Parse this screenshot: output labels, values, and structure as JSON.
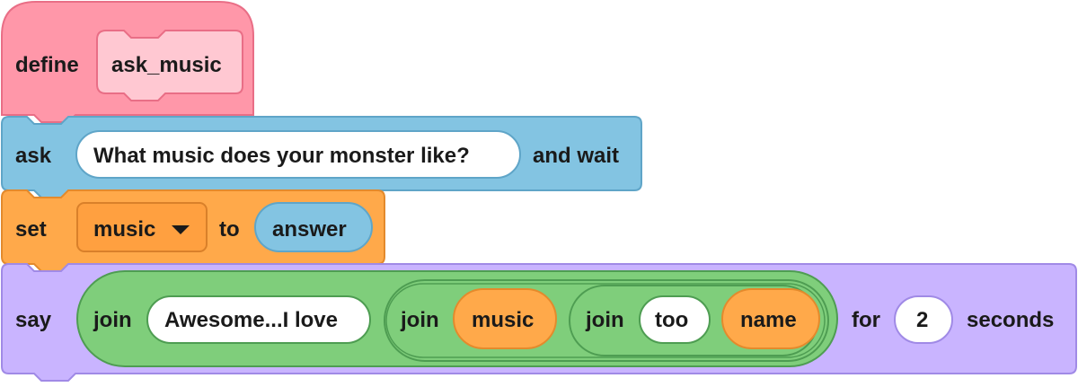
{
  "blocks": {
    "define": {
      "keyword": "define",
      "proc_name": "ask_music",
      "colors": {
        "fill": "#FF97A9",
        "stroke": "#E96E86",
        "proto_fill": "#FFC8D2"
      }
    },
    "ask": {
      "keyword": "ask",
      "question": "What music does your monster like?",
      "suffix": "and wait",
      "colors": {
        "fill": "#83C4E2",
        "stroke": "#5FA5C8"
      }
    },
    "set": {
      "keyword": "set",
      "variable": "music",
      "to_label": "to",
      "value_reporter": "answer",
      "colors": {
        "fill": "#FFA94A",
        "stroke": "#E48A2C",
        "dropdown_fill": "#FFA040"
      }
    },
    "say": {
      "keyword": "say",
      "for_label": "for",
      "secs_value": "2",
      "secs_label": "seconds",
      "colors": {
        "fill": "#C9B4FF",
        "stroke": "#A08AE6"
      },
      "join_outer": {
        "label": "join",
        "text": "Awesome...I love"
      },
      "join_mid": {
        "label": "join",
        "variable": "music"
      },
      "join_inner": {
        "label": "join",
        "text": "too",
        "variable": "name"
      },
      "join_colors": {
        "fill": "#7FCE7B",
        "stroke": "#4E9D52"
      }
    }
  },
  "icons": {
    "dropdown": "caret-down-icon"
  }
}
